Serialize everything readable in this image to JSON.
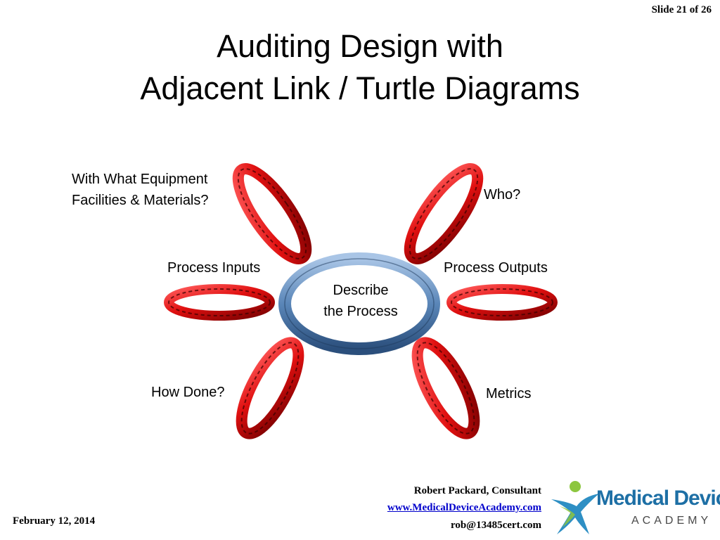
{
  "slide_indicator": "Slide 21 of 26",
  "title": {
    "line1": "Auditing Design with",
    "line2": "Adjacent Link / Turtle Diagrams"
  },
  "diagram": {
    "center_label": [
      "Describe",
      "the Process"
    ],
    "labels": {
      "equipment": [
        "With What Equipment",
        "Facilities & Materials?"
      ],
      "who": "Who?",
      "inputs": "Process Inputs",
      "outputs": "Process Outputs",
      "how_done": "How Done?",
      "metrics": "Metrics"
    },
    "colors": {
      "outer_rings": "#e01010",
      "center_ring": "#5a86b8"
    }
  },
  "footer": {
    "date": "February 12, 2014",
    "author": "Robert Packard, Consultant",
    "website": "www.MedicalDeviceAcademy.com",
    "email": "rob@13485cert.com"
  },
  "logo": {
    "name": "Medical Device",
    "sub": "ACADEMY"
  }
}
